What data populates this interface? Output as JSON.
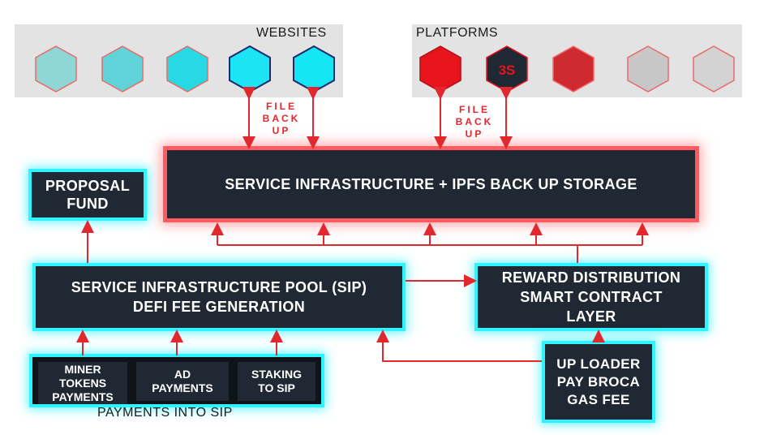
{
  "top": {
    "websites_label": "WEBSITES",
    "platforms_label": "PLATFORMS",
    "file_backup_left": "FILE\nBACK\nUP",
    "file_backup_right": "FILE\nBACK\nUP",
    "platform_logo_text": "3S"
  },
  "main_box": {
    "label": "SERVICE INFRASTRUCTURE + IPFS BACK UP STORAGE"
  },
  "proposal_fund": {
    "line1": "PROPOSAL",
    "line2": "FUND"
  },
  "sip": {
    "line1": "SERVICE INFRASTRUCTURE POOL (SIP)",
    "line2": "DEFI FEE GENERATION"
  },
  "reward": {
    "line1": "REWARD DISTRIBUTION",
    "line2": "SMART CONTRACT",
    "line3": "LAYER"
  },
  "uploader": {
    "line1": "UP LOADER",
    "line2": "PAY BROCA",
    "line3": "GAS FEE"
  },
  "payments": {
    "title": "PAYMENTS INTO SIP",
    "miner": {
      "line1": "MINER",
      "line2": "TOKENS",
      "line3": "PAYMENTS"
    },
    "ad": {
      "line1": "AD",
      "line2": "PAYMENTS"
    },
    "staking": {
      "line1": "STAKING",
      "line2": "TO SIP"
    }
  },
  "colors": {
    "arrow": "#e0282e",
    "box_bg": "#1f2833",
    "cyan_glow": "#2ff3ff",
    "red_glow": "#ff5a5f",
    "panel_gray": "#e3e3e3"
  }
}
